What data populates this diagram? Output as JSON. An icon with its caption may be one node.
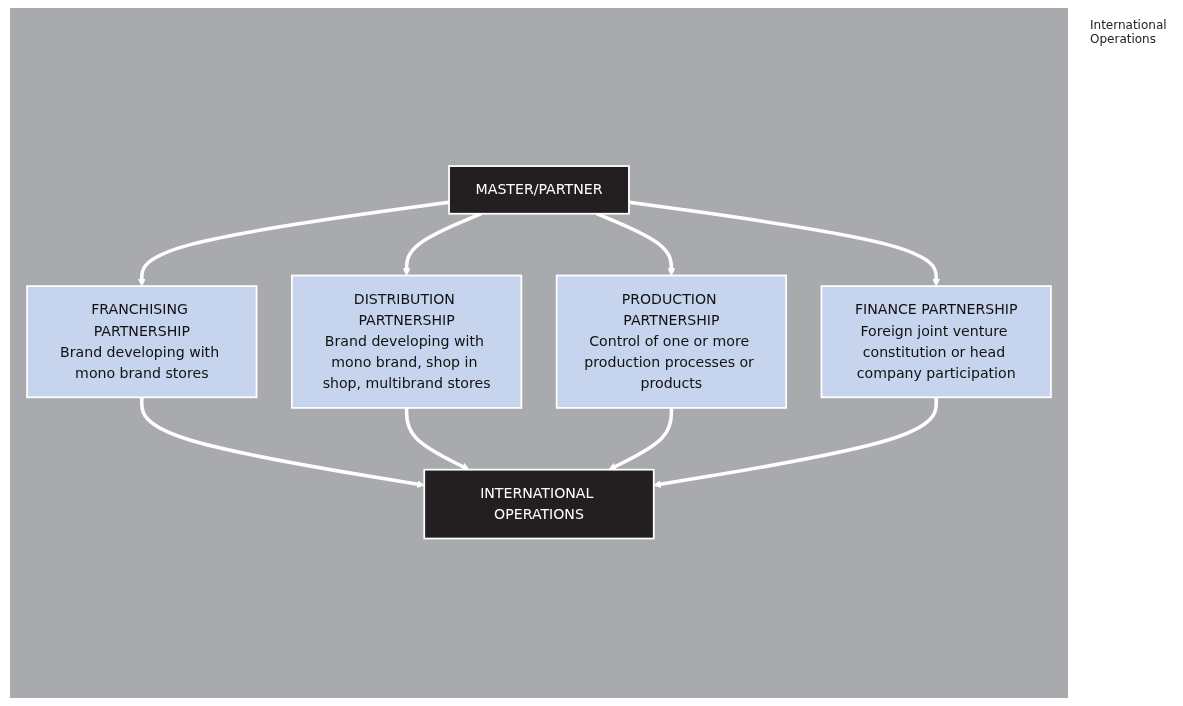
{
  "diagram": {
    "nodes": [
      {
        "text": [
          "MASTER/PARTNER"
        ]
      },
      {
        "text": [
          "FRANCHISING PARTNERSHIP",
          "Brand developing with mono brand stores"
        ]
      },
      {
        "text": [
          "DISTRIBUTION PARTNERSHIP",
          "Brand developing with mono brand, shop in shop, multibrand stores"
        ]
      },
      {
        "text": [
          "PRODUCTION PARTNERSHIP",
          "Control of one or more production processes or products"
        ]
      },
      {
        "text": [
          "FINANCE PARTNERSHIP",
          "Foreign joint venture constitution or head company participation"
        ]
      },
      {
        "text": [
          "INTERNATIONAL OPERATIONS"
        ]
      }
    ],
    "edges": [
      {
        "from": 0,
        "to": 1,
        "arrow": "to"
      },
      {
        "from": 0,
        "to": 2,
        "arrow": "to"
      },
      {
        "from": 0,
        "to": 3,
        "arrow": "to"
      },
      {
        "from": 0,
        "to": 4,
        "arrow": "to"
      },
      {
        "from": 1,
        "to": 5,
        "arrow": "to"
      },
      {
        "from": 2,
        "to": 5,
        "arrow": "to"
      },
      {
        "from": 3,
        "to": 5,
        "arrow": "to"
      },
      {
        "from": 4,
        "to": 5,
        "arrow": "to"
      }
    ],
    "labels": [
      "International Operations"
    ]
  }
}
